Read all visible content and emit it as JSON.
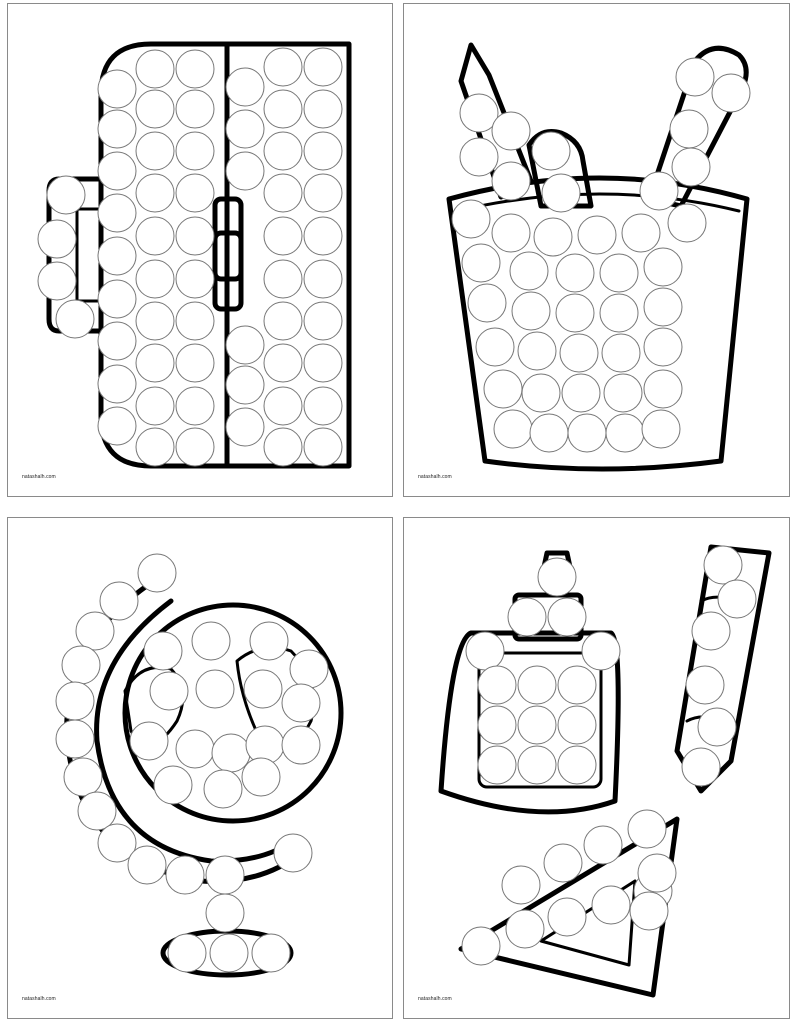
{
  "panels": [
    {
      "id": "backpack",
      "subject": "bag-with-handle",
      "credit": "natashalh.com",
      "dots": [
        [
          154,
          68
        ],
        [
          194,
          68
        ],
        [
          116,
          88
        ],
        [
          154,
          108
        ],
        [
          194,
          108
        ],
        [
          116,
          128
        ],
        [
          154,
          150
        ],
        [
          194,
          150
        ],
        [
          116,
          170
        ],
        [
          154,
          192
        ],
        [
          194,
          192
        ],
        [
          116,
          212
        ],
        [
          154,
          235
        ],
        [
          194,
          235
        ],
        [
          116,
          255
        ],
        [
          154,
          278
        ],
        [
          194,
          278
        ],
        [
          116,
          298
        ],
        [
          154,
          320
        ],
        [
          194,
          320
        ],
        [
          116,
          340
        ],
        [
          154,
          362
        ],
        [
          194,
          362
        ],
        [
          116,
          383
        ],
        [
          154,
          405
        ],
        [
          194,
          405
        ],
        [
          116,
          425
        ],
        [
          154,
          446
        ],
        [
          194,
          446
        ],
        [
          282,
          66
        ],
        [
          322,
          66
        ],
        [
          244,
          86
        ],
        [
          282,
          108
        ],
        [
          322,
          108
        ],
        [
          244,
          128
        ],
        [
          282,
          150
        ],
        [
          322,
          150
        ],
        [
          244,
          170
        ],
        [
          282,
          192
        ],
        [
          322,
          192
        ],
        [
          282,
          235
        ],
        [
          322,
          235
        ],
        [
          282,
          278
        ],
        [
          322,
          278
        ],
        [
          282,
          320
        ],
        [
          322,
          320
        ],
        [
          244,
          344
        ],
        [
          282,
          362
        ],
        [
          322,
          362
        ],
        [
          244,
          384
        ],
        [
          282,
          405
        ],
        [
          322,
          405
        ],
        [
          244,
          426
        ],
        [
          282,
          446
        ],
        [
          322,
          446
        ],
        [
          65,
          194
        ],
        [
          56,
          238
        ],
        [
          56,
          280
        ],
        [
          74,
          318
        ]
      ]
    },
    {
      "id": "pencil-cup",
      "subject": "pencil-cup",
      "credit": "natashalh.com",
      "dots": [
        [
          478,
          112
        ],
        [
          510,
          130
        ],
        [
          478,
          156
        ],
        [
          510,
          180
        ],
        [
          550,
          150
        ],
        [
          560,
          192
        ],
        [
          694,
          76
        ],
        [
          730,
          92
        ],
        [
          688,
          128
        ],
        [
          690,
          166
        ],
        [
          658,
          190
        ],
        [
          470,
          218
        ],
        [
          510,
          232
        ],
        [
          552,
          236
        ],
        [
          596,
          234
        ],
        [
          640,
          232
        ],
        [
          686,
          222
        ],
        [
          480,
          262
        ],
        [
          528,
          270
        ],
        [
          574,
          272
        ],
        [
          618,
          272
        ],
        [
          662,
          266
        ],
        [
          486,
          302
        ],
        [
          530,
          310
        ],
        [
          574,
          312
        ],
        [
          618,
          312
        ],
        [
          662,
          306
        ],
        [
          494,
          346
        ],
        [
          536,
          350
        ],
        [
          578,
          352
        ],
        [
          620,
          352
        ],
        [
          662,
          346
        ],
        [
          502,
          388
        ],
        [
          540,
          392
        ],
        [
          580,
          392
        ],
        [
          622,
          392
        ],
        [
          662,
          388
        ],
        [
          512,
          428
        ],
        [
          548,
          432
        ],
        [
          586,
          432
        ],
        [
          624,
          432
        ],
        [
          660,
          428
        ]
      ]
    },
    {
      "id": "globe",
      "subject": "globe",
      "credit": "natashalh.com",
      "dots": [
        [
          156,
          572
        ],
        [
          118,
          600
        ],
        [
          94,
          630
        ],
        [
          80,
          664
        ],
        [
          74,
          700
        ],
        [
          74,
          738
        ],
        [
          82,
          776
        ],
        [
          96,
          810
        ],
        [
          116,
          842
        ],
        [
          146,
          864
        ],
        [
          184,
          874
        ],
        [
          224,
          874
        ],
        [
          162,
          650
        ],
        [
          210,
          640
        ],
        [
          268,
          640
        ],
        [
          308,
          668
        ],
        [
          168,
          690
        ],
        [
          214,
          688
        ],
        [
          262,
          688
        ],
        [
          300,
          702
        ],
        [
          148,
          740
        ],
        [
          194,
          748
        ],
        [
          230,
          752
        ],
        [
          264,
          744
        ],
        [
          300,
          744
        ],
        [
          172,
          784
        ],
        [
          222,
          788
        ],
        [
          260,
          776
        ],
        [
          224,
          912
        ],
        [
          186,
          952
        ],
        [
          228,
          952
        ],
        [
          270,
          952
        ],
        [
          292,
          852
        ]
      ]
    },
    {
      "id": "school-supplies",
      "subject": "glue-crayon-ruler",
      "credit": "natashalh.com",
      "dots": [
        [
          556,
          576
        ],
        [
          526,
          616
        ],
        [
          566,
          616
        ],
        [
          484,
          650
        ],
        [
          600,
          650
        ],
        [
          496,
          684
        ],
        [
          536,
          684
        ],
        [
          576,
          684
        ],
        [
          496,
          724
        ],
        [
          536,
          724
        ],
        [
          576,
          724
        ],
        [
          496,
          764
        ],
        [
          536,
          764
        ],
        [
          576,
          764
        ],
        [
          722,
          564
        ],
        [
          736,
          598
        ],
        [
          710,
          630
        ],
        [
          704,
          684
        ],
        [
          716,
          726
        ],
        [
          700,
          766
        ],
        [
          480,
          945
        ],
        [
          524,
          928
        ],
        [
          566,
          916
        ],
        [
          610,
          904
        ],
        [
          652,
          890
        ],
        [
          520,
          884
        ],
        [
          562,
          862
        ],
        [
          602,
          844
        ],
        [
          646,
          828
        ],
        [
          656,
          872
        ],
        [
          648,
          910
        ]
      ]
    }
  ]
}
